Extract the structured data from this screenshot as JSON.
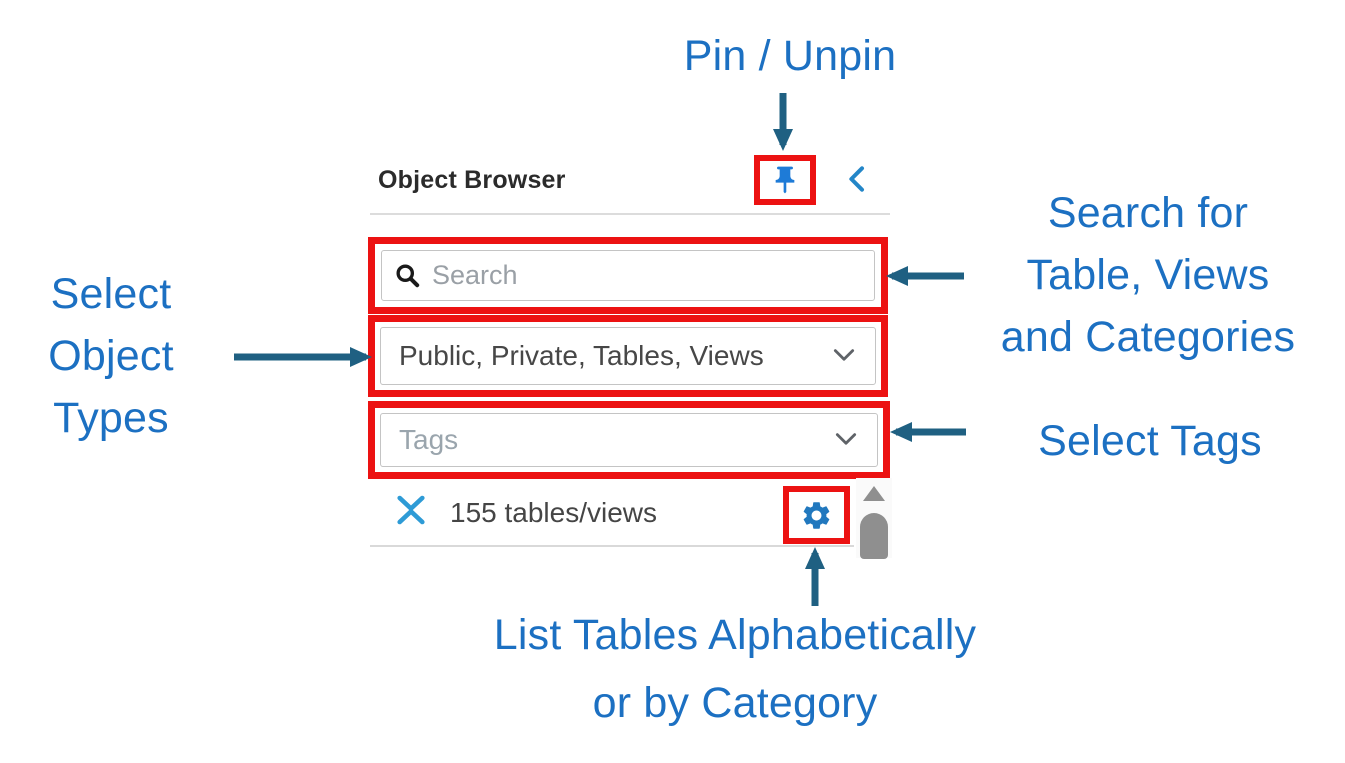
{
  "colors": {
    "highlight_red": "#ec1212",
    "label_blue": "#1c70c2",
    "arrow_blue": "#1f6082",
    "pin_blue": "#1e7bd7",
    "chevron_blue": "#2386c8",
    "collapse_icon_blue": "#2e9bd6",
    "gear_blue": "#2178be",
    "scrollbar_gray": "#8f8f8f"
  },
  "panel": {
    "title": "Object Browser",
    "icons": {
      "pin": "pushpin-icon",
      "panel_collapse": "chevron-left-icon",
      "search": "magnifier-icon",
      "dropdown": "chevron-down-icon",
      "collapse_all": "collapse-chevrons-icon",
      "settings": "gear-icon",
      "scroll_up": "triangle-up-icon"
    },
    "search": {
      "placeholder": "Search"
    },
    "object_types": {
      "value": "Public, Private, Tables, Views"
    },
    "tags": {
      "placeholder": "Tags"
    },
    "status": {
      "count": "155 tables/views"
    }
  },
  "annotations": {
    "pin_label": "Pin / Unpin",
    "search_label": {
      "lines": [
        "Search for",
        "Table, Views",
        "and Categories"
      ]
    },
    "object_types_label": {
      "lines": [
        "Select",
        "Object",
        "Types"
      ]
    },
    "tags_label": "Select Tags",
    "gear_label": {
      "lines": [
        "List Tables Alphabetically",
        "or by Category"
      ]
    }
  }
}
